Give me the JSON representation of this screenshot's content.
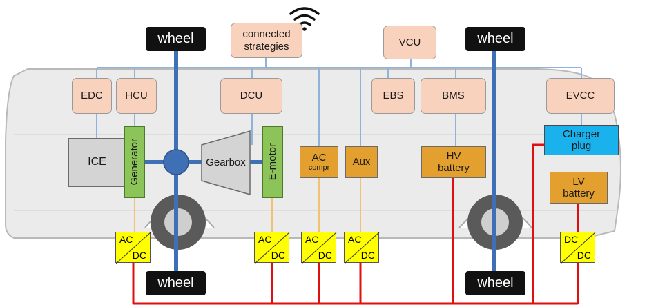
{
  "wheels": {
    "top_left": "wheel",
    "top_right": "wheel",
    "bottom_left": "wheel",
    "bottom_right": "wheel"
  },
  "ecus": {
    "connected_strategies": "connected strategies",
    "vcu": "VCU",
    "edc": "EDC",
    "hcu": "HCU",
    "dcu": "DCU",
    "ebs": "EBS",
    "bms": "BMS",
    "evcc": "EVCC"
  },
  "components": {
    "ice": "ICE",
    "generator": "Generator",
    "gearbox": "Gearbox",
    "emotor": "E-motor",
    "ac_compr_main": "AC",
    "ac_compr_sub": "compr",
    "aux": "Aux",
    "hv_battery": "HV battery",
    "charger_plug": "Charger plug",
    "lv_battery": "LV battery"
  },
  "converters": [
    {
      "top": "AC",
      "bottom": "DC"
    },
    {
      "top": "AC",
      "bottom": "DC"
    },
    {
      "top": "AC",
      "bottom": "DC"
    },
    {
      "top": "AC",
      "bottom": "DC"
    },
    {
      "top": "DC",
      "bottom": "DC"
    }
  ],
  "colors": {
    "signal_bus": "#8fb3da",
    "hv_line": "#e01010",
    "lv_line": "#f2c272",
    "axle": "#3f6fb5",
    "ecu_fill": "#f9d2bd",
    "component_fill": "#e3a02f",
    "machine_fill": "#8cc45a",
    "converter_fill": "#ffff00",
    "plug_fill": "#19b2ec"
  },
  "icons": {
    "wireless": "wifi-icon"
  }
}
